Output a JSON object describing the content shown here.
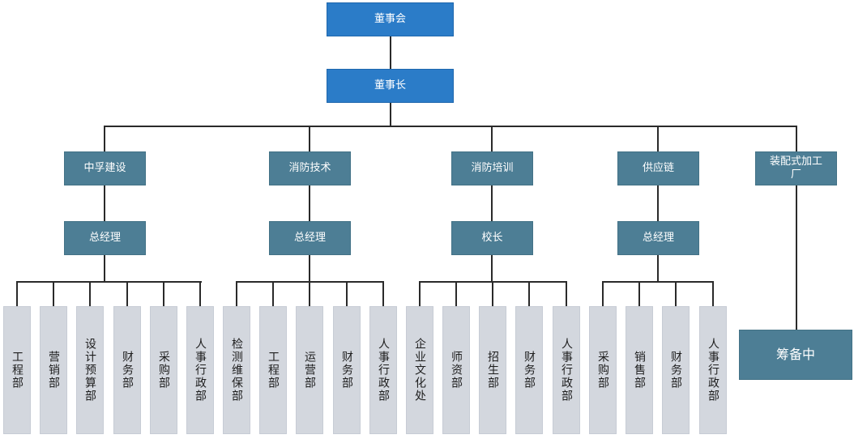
{
  "board": "董事会",
  "chairman": "董事长",
  "companies": [
    {
      "name": "中孚建设",
      "manager": "总经理",
      "departments": [
        "工程部",
        "营销部",
        "设计预算部",
        "财务部",
        "采购部",
        "人事行政部"
      ]
    },
    {
      "name": "消防技术",
      "manager": "总经理",
      "departments": [
        "检测维保部",
        "工程部",
        "运营部",
        "财务部",
        "人事行政部"
      ]
    },
    {
      "name": "消防培训",
      "manager": "校长",
      "departments": [
        "企业文化处",
        "师资部",
        "招生部",
        "财务部",
        "人事行政部"
      ]
    },
    {
      "name": "供应链",
      "manager": "总经理",
      "departments": [
        "采购部",
        "销售部",
        "财务部",
        "人事行政部"
      ]
    },
    {
      "name": "装配式加工厂",
      "status": "筹备中"
    }
  ],
  "colors": {
    "top": "#2b7cc8",
    "mid": "#4d7e95",
    "dept": "#d3d7de",
    "line": "#2a2a2a"
  }
}
